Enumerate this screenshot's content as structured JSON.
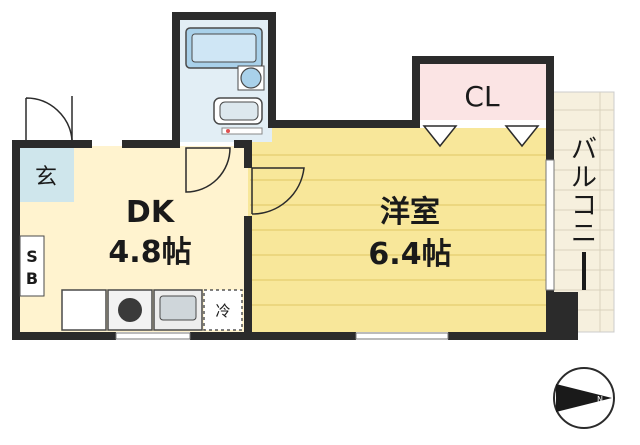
{
  "floorplan": {
    "rooms": {
      "entrance": {
        "label": "玄"
      },
      "shoe_box": {
        "label": "S\nB"
      },
      "dining_kitchen": {
        "name": "DK",
        "size": "4.8帖"
      },
      "western_room": {
        "name": "洋室",
        "size": "6.4帖"
      },
      "closet": {
        "label": "CL"
      },
      "balcony": {
        "label": "バルコニー"
      },
      "fridge": {
        "label": "冷"
      }
    },
    "compass": {
      "label": "N"
    },
    "colors": {
      "wall": "#2b2b2b",
      "dk_floor": "#fff3cf",
      "western_floor": "#f8e79a",
      "closet_floor": "#fbe4e4",
      "entrance_floor": "#cfe6ec",
      "bath_floor": "#e2eef5",
      "balcony_floor": "#f6f0de"
    }
  }
}
